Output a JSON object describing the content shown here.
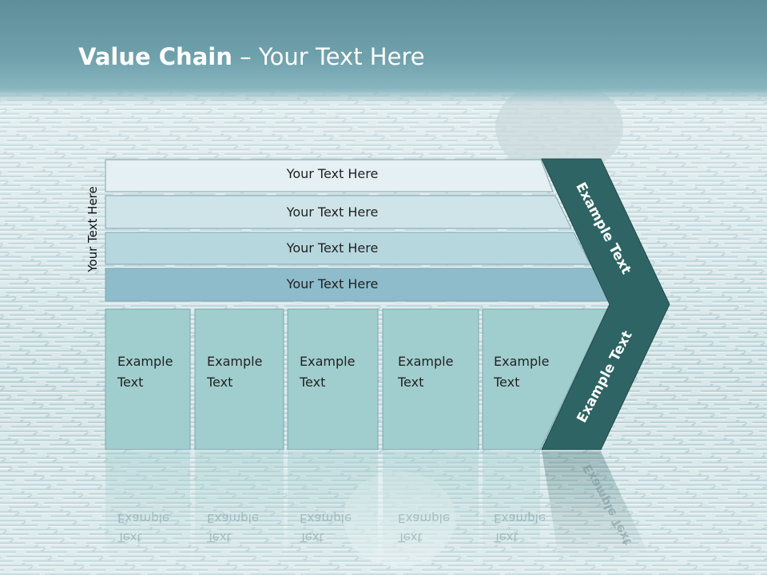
{
  "title": {
    "bold": "Value Chain",
    "rest": " – Your Text Here"
  },
  "side_label": "Your Text Here",
  "rows": [
    {
      "label": "Your Text Here"
    },
    {
      "label": "Your Text Here"
    },
    {
      "label": "Your Text Here"
    },
    {
      "label": "Your Text Here"
    }
  ],
  "boxes": [
    {
      "line1": "Example",
      "line2": "Text"
    },
    {
      "line1": "Example",
      "line2": "Text"
    },
    {
      "line1": "Example",
      "line2": "Text"
    },
    {
      "line1": "Example",
      "line2": "Text"
    },
    {
      "line1": "Example",
      "line2": "Text"
    }
  ],
  "arrow": {
    "top": "Example Text",
    "bottom": "Example Text"
  },
  "colors": {
    "header": "#6a9ba6",
    "arrow": "#2f6464",
    "box": "#a0cdcd",
    "row1": "#e3f0f3",
    "row4": "#8fbcc8"
  }
}
